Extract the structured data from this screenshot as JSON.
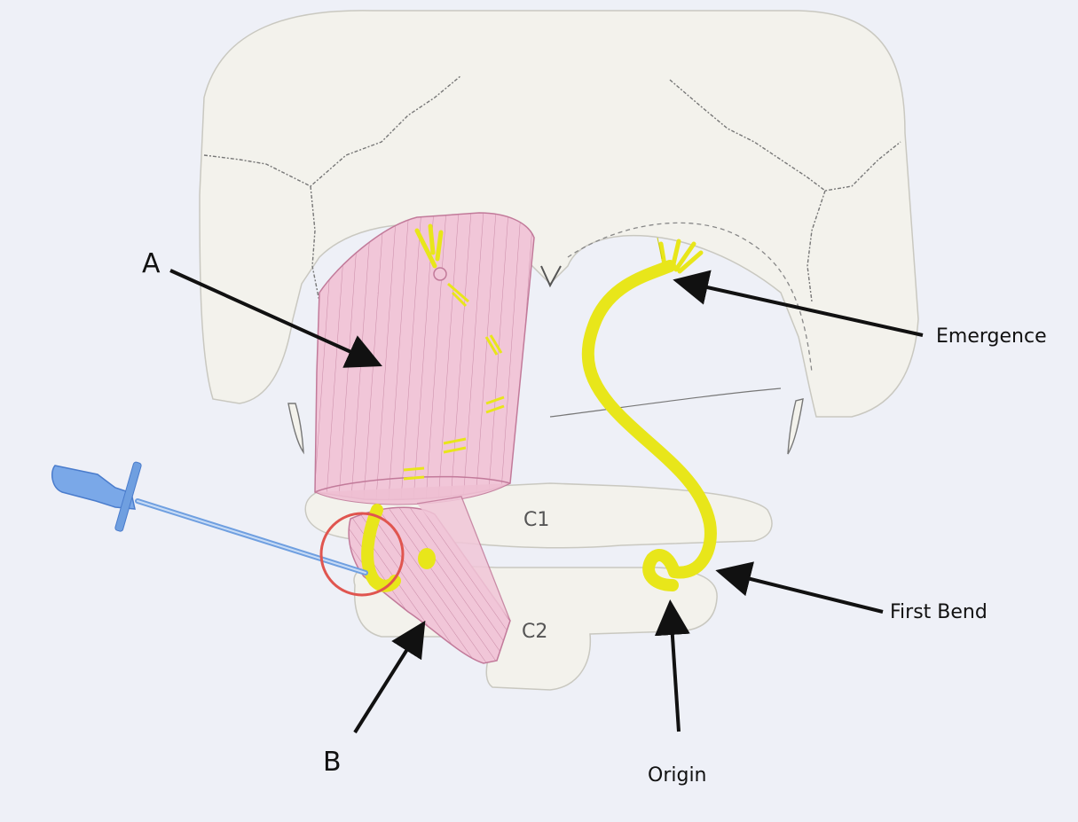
{
  "labels": {
    "a": "A",
    "b": "B",
    "c1": "C1",
    "c2": "C2",
    "emergence": "Emergence",
    "first_bend": "First Bend",
    "origin": "Origin"
  },
  "colors": {
    "background": "#eef0f7",
    "bone": "#f3f2ec",
    "bone_outline": "#9a9a95",
    "muscle": "#f1c6d8",
    "muscle_line": "#c27a9a",
    "nerve": "#e8e61a",
    "needle": "#6f9fe0",
    "target_circle": "#e0554f",
    "arrow": "#111111"
  },
  "icons": {
    "needle": "spinal-needle-icon",
    "target": "target-circle-icon"
  }
}
